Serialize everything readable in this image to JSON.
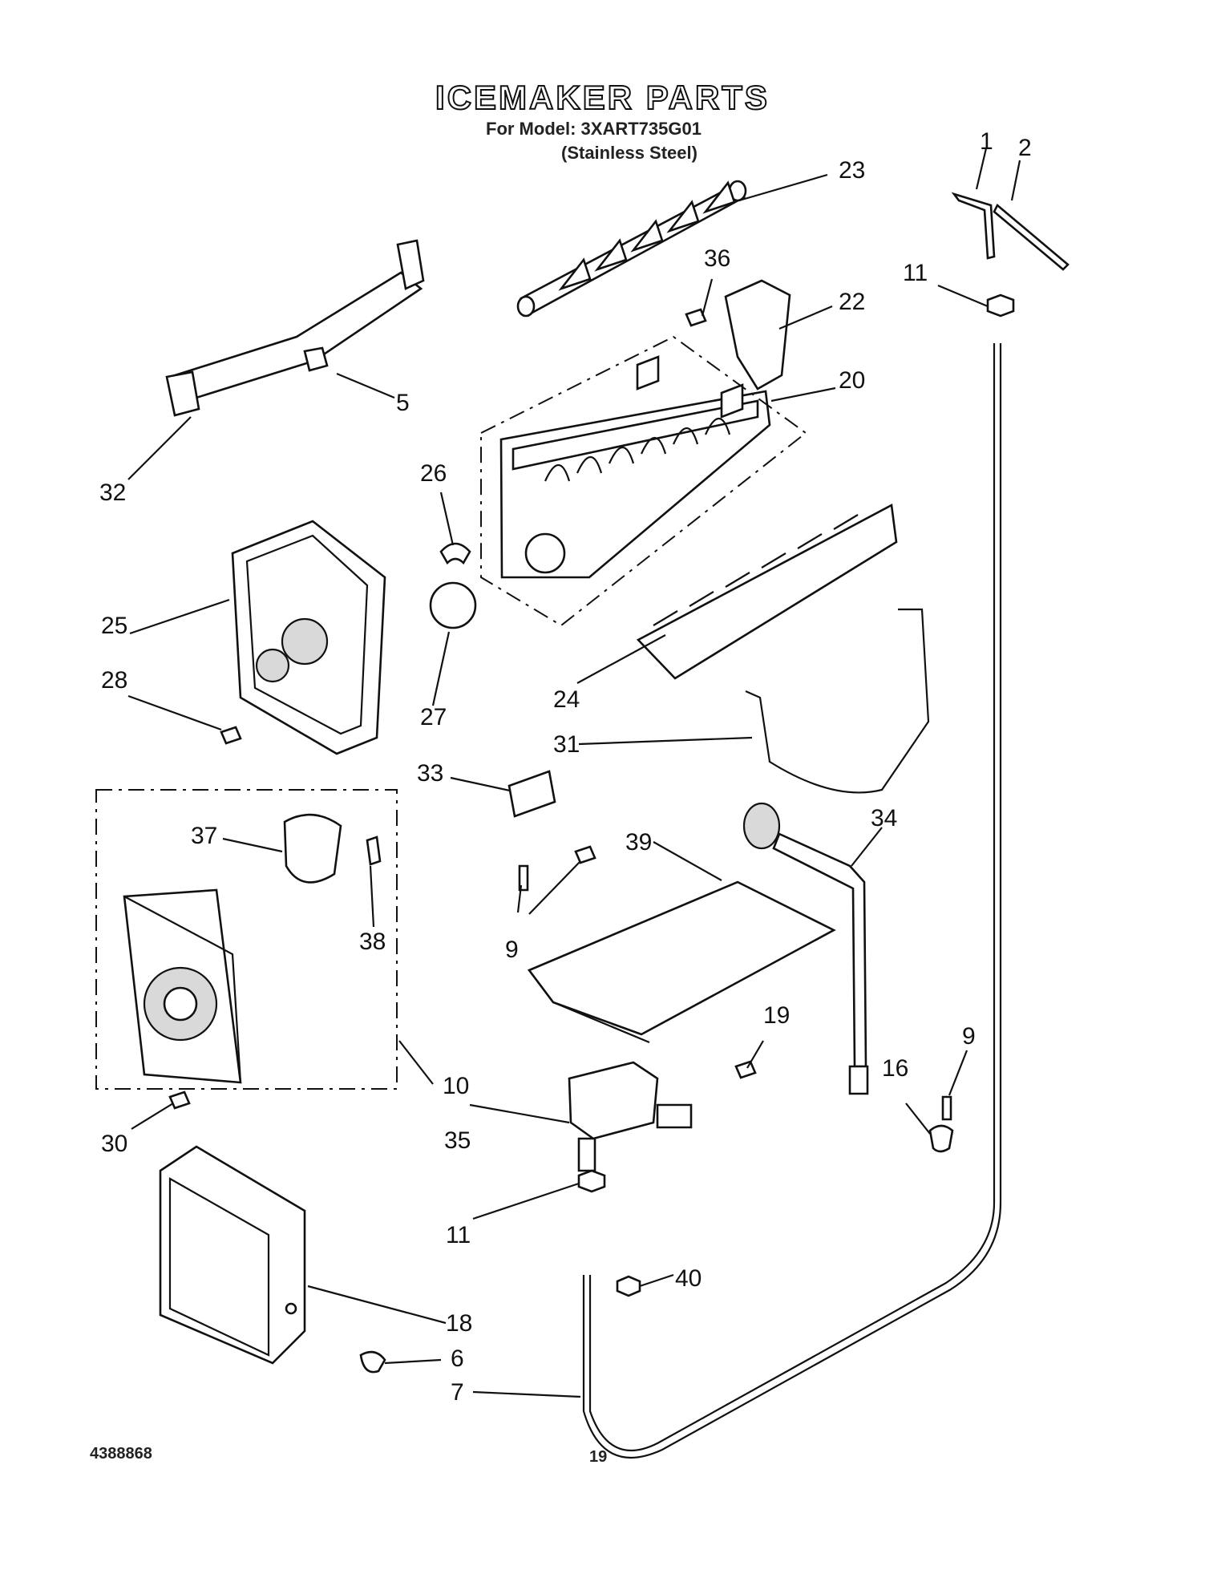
{
  "header": {
    "title": "ICEMAKER PARTS",
    "model_line": "For Model: 3XART735G01",
    "variant_line": "(Stainless Steel)"
  },
  "callouts": [
    "1",
    "2",
    "23",
    "36",
    "22",
    "11",
    "5",
    "20",
    "32",
    "26",
    "25",
    "27",
    "24",
    "28",
    "31",
    "33",
    "34",
    "37",
    "39",
    "38",
    "9",
    "19",
    "9",
    "16",
    "10",
    "30",
    "35",
    "11",
    "40",
    "18",
    "6",
    "7"
  ],
  "footer": {
    "doc_number": "4388868",
    "page_number": "19"
  }
}
